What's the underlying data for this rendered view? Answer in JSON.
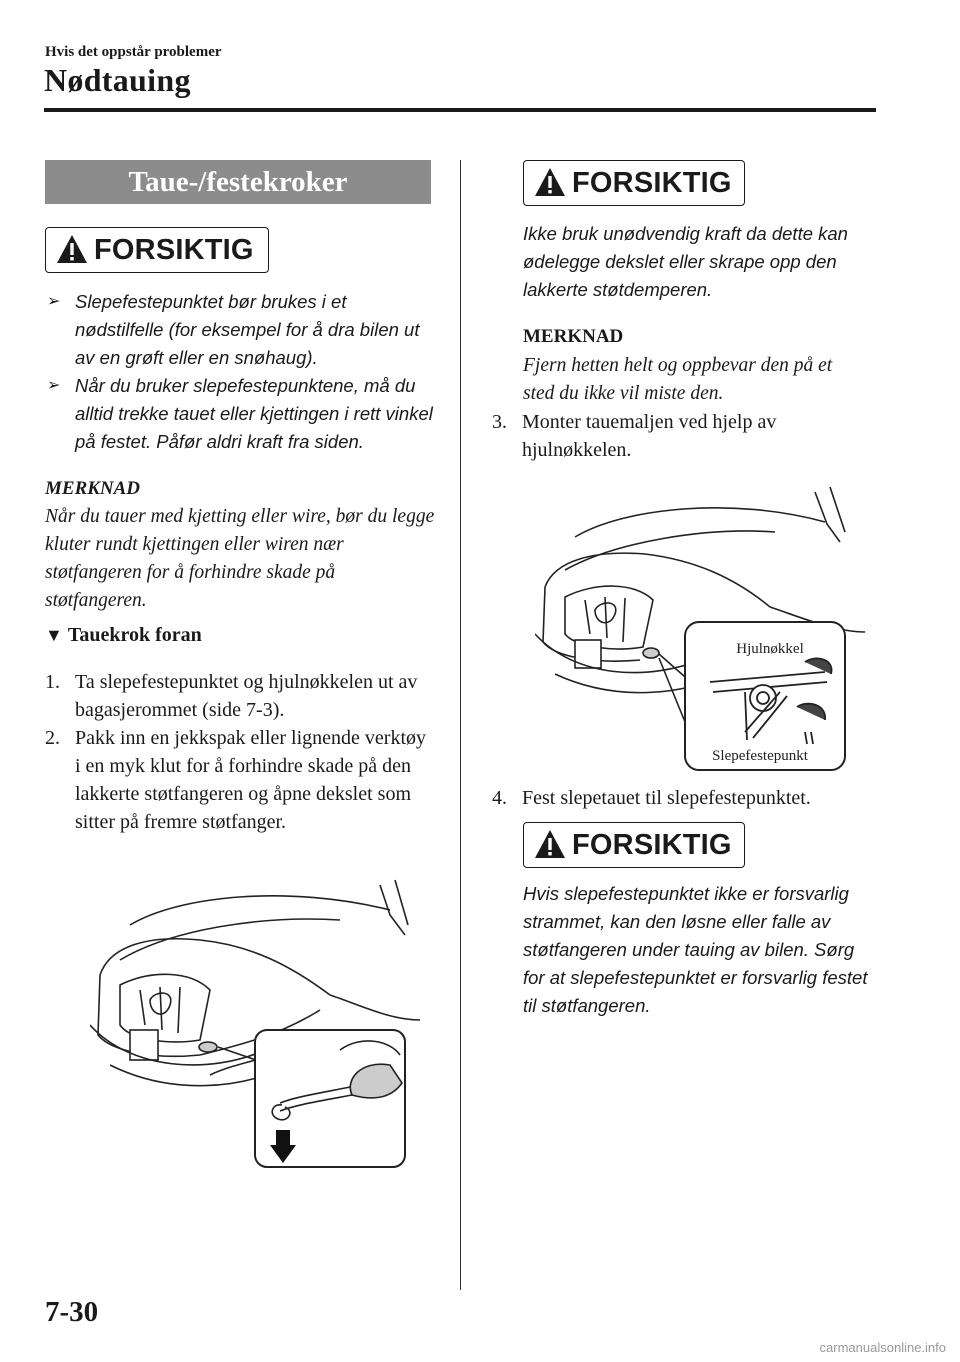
{
  "header": {
    "breadcrumb": "Hvis det oppstår problemer",
    "title": "Nødtauing"
  },
  "left": {
    "section_title": "Taue-/festekroker",
    "caution_label": "FORSIKTIG",
    "caution_bullets": [
      "Slepefestepunktet bør brukes i et nødstilfelle (for eksempel for å dra bilen ut av en grøft eller en snøhaug).",
      "Når du bruker slepefestepunktene, må du alltid trekke tauet eller kjettingen i rett vinkel på festet. Påfør aldri kraft fra siden."
    ],
    "note_heading": "MERKNAD",
    "note_text": "Når du tauer med kjetting eller wire, bør du legge kluter rundt kjettingen eller wiren nær støtfangeren for å forhindre skade på støtfangeren.",
    "subsection_marker": "▼",
    "subsection_title": "Tauekrok foran",
    "steps": [
      {
        "num": "1.",
        "text": "Ta slepefestepunktet og hjulnøkkelen ut av bagasjerommet (side 7-3)."
      },
      {
        "num": "2.",
        "text": "Pakk inn en jekkspak eller lignende verktøy i en myk klut for å forhindre skade på den lakkerte støtfangeren og åpne dekslet som sitter på fremre støtfanger."
      }
    ]
  },
  "right": {
    "caution1_label": "FORSIKTIG",
    "caution1_text": "Ikke bruk unødvendig kraft da dette kan ødelegge dekslet eller skrape opp den lakkerte støtdemperen.",
    "note_heading": "MERKNAD",
    "note_text": "Fjern hetten helt og oppbevar den på et sted du ikke vil miste den.",
    "step3": {
      "num": "3.",
      "text": "Monter tauemaljen ved hjelp av hjulnøkkelen."
    },
    "figure_labels": {
      "wrench": "Hjulnøkkel",
      "hook": "Slepefestepunkt"
    },
    "step4": {
      "num": "4.",
      "text": "Fest slepetauet til slepefestepunktet."
    },
    "caution2_label": "FORSIKTIG",
    "caution2_text": "Hvis slepefestepunktet ikke er forsvarlig strammet, kan den løsne eller falle av støtfangeren under tauing av bilen. Sørg for at slepefestepunktet er forsvarlig festet til støtfangeren."
  },
  "footer": {
    "page_number": "7-30",
    "watermark": "carmanualsonline.info"
  },
  "icons": {
    "warning": "warning-triangle-icon",
    "bullet": "arrow-bullet-icon"
  }
}
